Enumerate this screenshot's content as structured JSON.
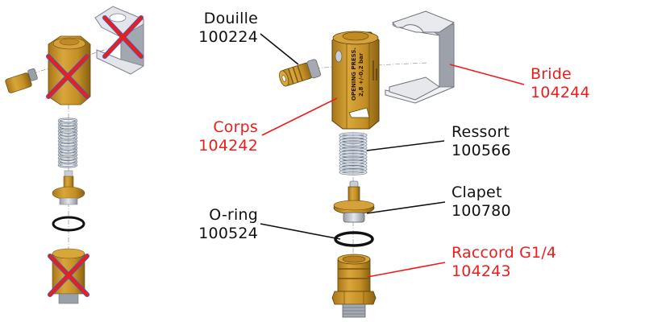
{
  "title": "Exploded view - valve assembly",
  "colors": {
    "black_label": "#111111",
    "red_label": "#ee1c1c",
    "brass": "#c8952a",
    "brass_dark": "#8a6212",
    "steel": "#c9ced6",
    "cross": "#e52020",
    "cross_outline": "#3a5bd0"
  },
  "body_engraving": {
    "line1": "OPENING PRESS.",
    "line2": "2,8 +/-0,2 bar"
  },
  "parts": [
    {
      "name": "Douille",
      "ref": "100224",
      "color": "black",
      "replaced": false
    },
    {
      "name": "Bride",
      "ref": "104244",
      "color": "red",
      "replaced": true
    },
    {
      "name": "Corps",
      "ref": "104242",
      "color": "red",
      "replaced": true
    },
    {
      "name": "Ressort",
      "ref": "100566",
      "color": "black",
      "replaced": false
    },
    {
      "name": "Clapet",
      "ref": "100780",
      "color": "black",
      "replaced": false
    },
    {
      "name": "O-ring",
      "ref": "100524",
      "color": "black",
      "replaced": false
    },
    {
      "name": "Raccord G1/4",
      "ref": "104243",
      "color": "red",
      "replaced": true
    }
  ],
  "thumbnail": {
    "crossed_out": [
      "Bride",
      "Corps",
      "Raccord G1/4"
    ]
  }
}
